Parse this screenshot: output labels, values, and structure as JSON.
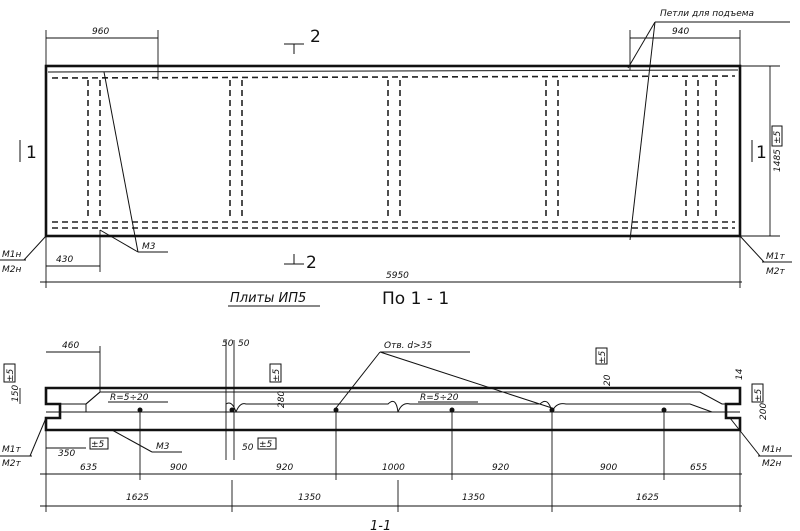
{
  "plan": {
    "dim_loop_left": "960",
    "dim_loop_right": "940",
    "dim_edge_left": "430",
    "dim_total_length": "5950",
    "dim_width": "1485",
    "tolerance_width": "±5",
    "loops_note": "Петли для подъема",
    "section_mark_1": "1",
    "section_mark_2": "2",
    "mark_m3": "M3",
    "mark_m1n": "M1н",
    "mark_m2n": "M2н",
    "mark_m1t": "M1т",
    "mark_m2t": "M2т",
    "title": "Плиты ИП5",
    "view_title": "По 1 - 1"
  },
  "section": {
    "dim_460": "460",
    "dim_50a": "50",
    "dim_50b": "50",
    "dim_50c": "50",
    "tol_top": "±5",
    "tol_mid": "±5",
    "tol_right": "±5",
    "tol_left": "±5",
    "tol_bottom": "±5",
    "tol_low": "±5",
    "dim_150": "150",
    "dim_200": "200",
    "dim_280": "280",
    "dim_20": "20",
    "dim_14": "14",
    "radius_left": "R=5÷20",
    "radius_mid": "R=5÷20",
    "hole_note": "Отв. d>35",
    "dim_350": "350",
    "mark_m1t": "M1т",
    "mark_m2t": "M2т",
    "mark_m3": "M3",
    "mark_m1n": "M1н",
    "mark_m2n": "M2н",
    "bottom_dims": [
      "635",
      "900",
      "920",
      "1000",
      "920",
      "900",
      "655"
    ],
    "lower_dims": [
      "1625",
      "1350",
      "1350",
      "1625"
    ],
    "section_title": "1-1"
  }
}
